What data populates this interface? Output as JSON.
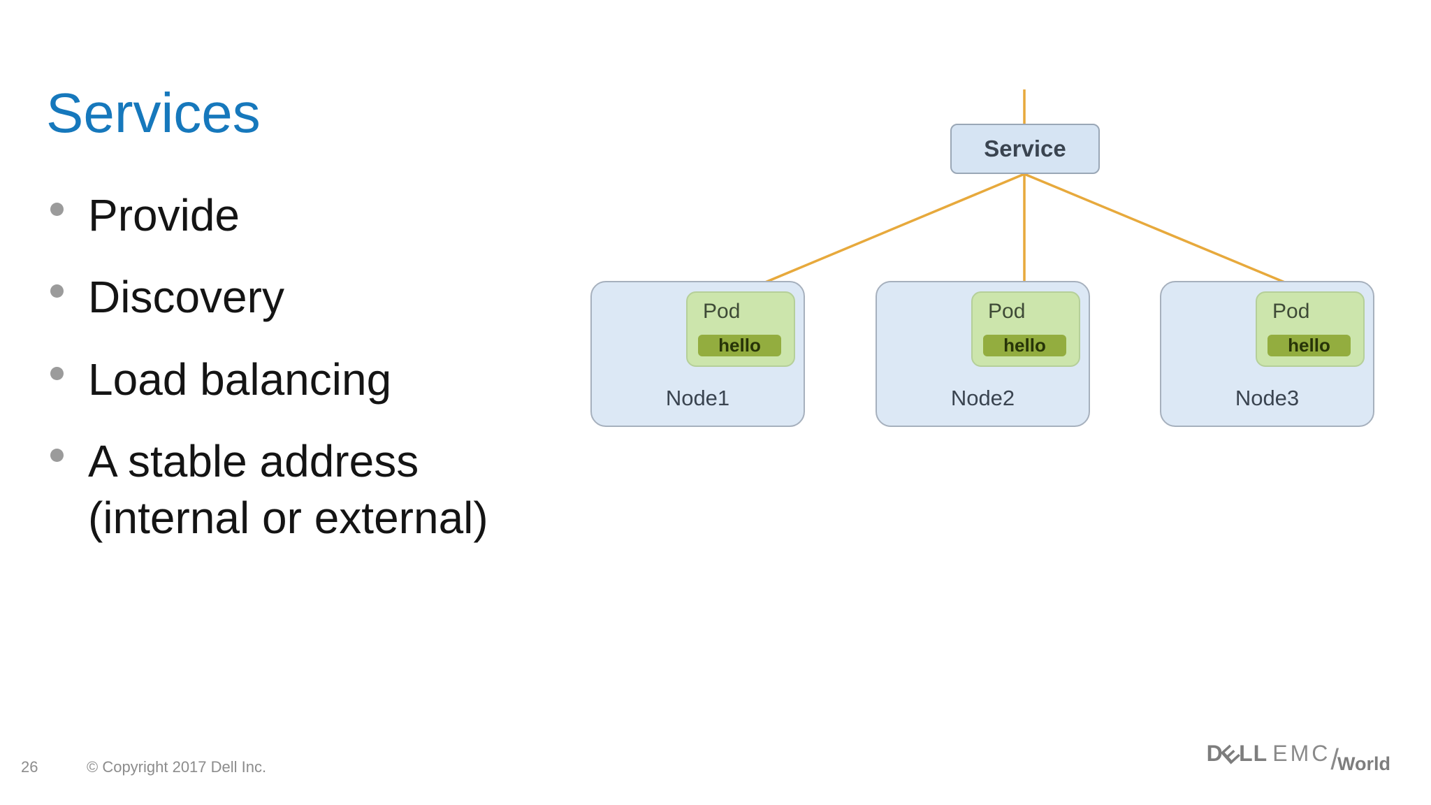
{
  "slide": {
    "title": "Services",
    "bullets": [
      "Provide",
      "Discovery",
      "Load balancing",
      "A stable address (internal or external)"
    ]
  },
  "diagram": {
    "service_label": "Service",
    "nodes": [
      {
        "name": "Node1",
        "pod_label": "Pod",
        "container_label": "hello"
      },
      {
        "name": "Node2",
        "pod_label": "Pod",
        "container_label": "hello"
      },
      {
        "name": "Node3",
        "pod_label": "Pod",
        "container_label": "hello"
      }
    ],
    "colors": {
      "connector_line": "#e7a93c",
      "node_fill": "#dce8f5",
      "node_border": "#a6b0bd",
      "service_fill": "#d6e4f3",
      "pod_fill": "#cce5ac",
      "hello_fill": "#93ad3f",
      "diagram_text": "#3a4450"
    }
  },
  "footer": {
    "page_number": "26",
    "copyright": "© Copyright 2017 Dell Inc.",
    "logo": {
      "dell_d": "D",
      "dell_e": "E",
      "dell_ll": "LL",
      "emc": "EMC",
      "slash": "/",
      "world": "World"
    }
  },
  "colors": {
    "title_blue": "#1678bc",
    "body_text": "#141414",
    "bullet_dot": "#9b9b9b",
    "footer_gray": "#8c8c8c",
    "logo_gray": "#7d7d7d",
    "background": "#ffffff"
  }
}
